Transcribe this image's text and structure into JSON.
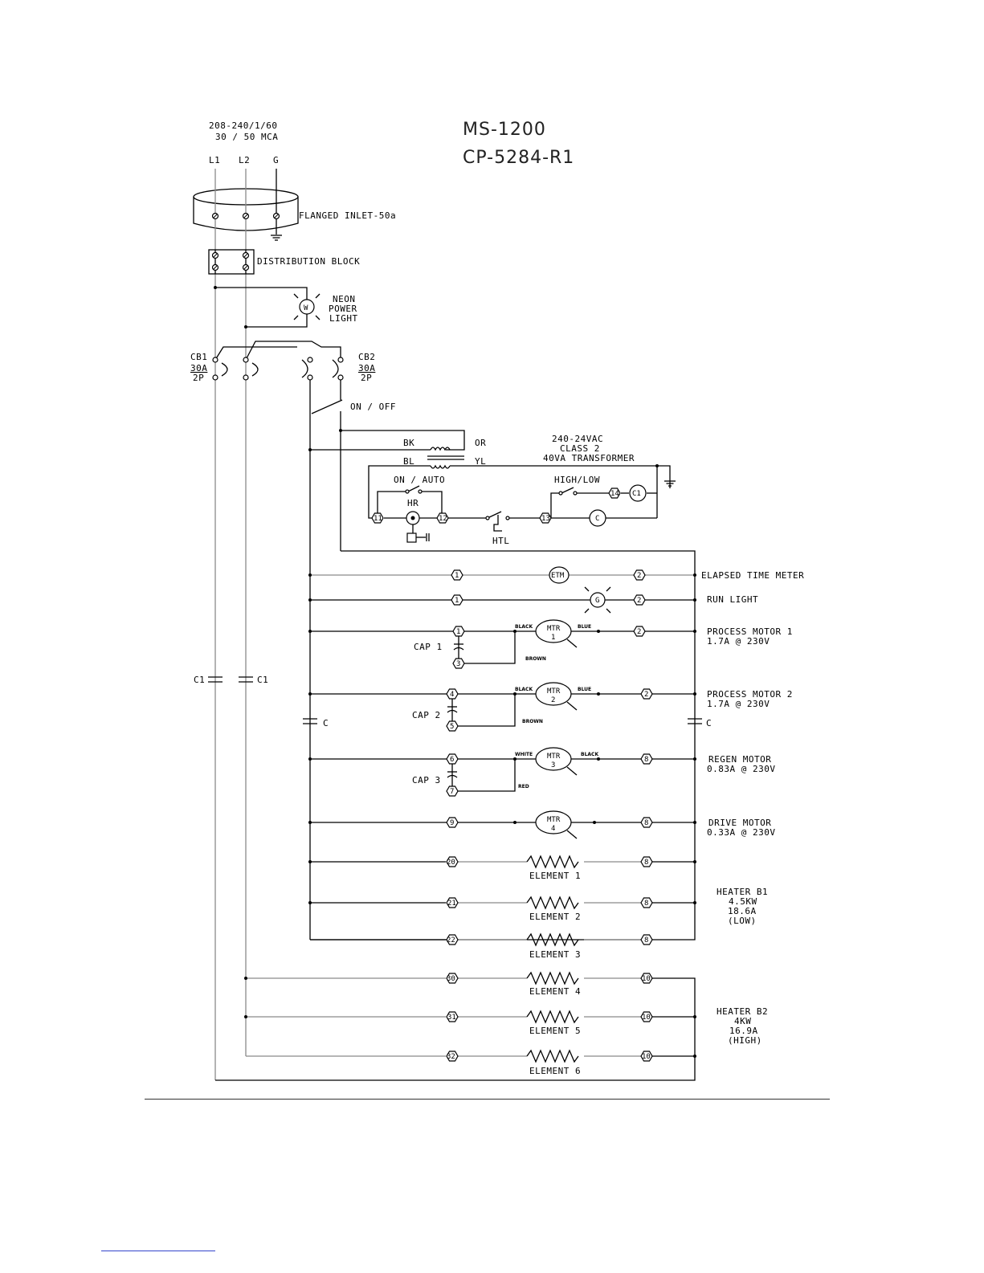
{
  "supply": {
    "line1": "208-240/1/60",
    "line2": "30 / 50 MCA"
  },
  "title": {
    "model": "MS-1200",
    "part": "CP-5284-R1"
  },
  "terminals": {
    "l1": "L1",
    "l2": "L2",
    "g": "G"
  },
  "labels": {
    "inlet": "FLANGED INLET-50a",
    "dist_block": "DISTRIBUTION BLOCK",
    "neon1": "NEON",
    "neon2": "POWER",
    "neon3": "LIGHT",
    "neon_symbol": "W",
    "cb1": "CB1",
    "cb1_amp": "30A",
    "cb1_pole": "2P",
    "cb2": "CB2",
    "cb2_amp": "30A",
    "cb2_pole": "2P",
    "on_off": "ON / OFF",
    "bk": "BK",
    "bl": "BL",
    "or": "OR",
    "yl": "YL",
    "xfmr1": "240-24VAC",
    "xfmr2": "CLASS 2",
    "xfmr3": "40VA TRANSFORMER",
    "on_auto": "ON / AUTO",
    "hr": "HR",
    "htl": "HTL",
    "high_low": "HIGH/LOW",
    "c1_coil": "C1",
    "c_coil": "C",
    "etm_symbol": "ETM",
    "run_symbol": "G",
    "elapsed": "ELAPSED TIME METER",
    "run_light": "RUN LIGHT",
    "pm1": "PROCESS MOTOR 1",
    "pm1_rating": "1.7A @ 230V",
    "pm2": "PROCESS MOTOR 2",
    "pm2_rating": "1.7A @ 230V",
    "regen": "REGEN MOTOR",
    "regen_rating": "0.83A @ 230V",
    "drive": "DRIVE MOTOR",
    "drive_rating": "0.33A @ 230V",
    "cap1": "CAP 1",
    "cap2": "CAP 2",
    "cap3": "CAP 3",
    "mtr": "MTR",
    "mtr1": "1",
    "mtr2": "2",
    "mtr3": "3",
    "mtr4": "4",
    "black": "BLACK",
    "blue": "BLUE",
    "brown": "BROWN",
    "white": "WHITE",
    "red": "RED",
    "c1_left": "C1",
    "c1_right": "C1",
    "c_left": "C",
    "c_right": "C",
    "el1": "ELEMENT 1",
    "el2": "ELEMENT 2",
    "el3": "ELEMENT 3",
    "el4": "ELEMENT 4",
    "el5": "ELEMENT 5",
    "el6": "ELEMENT 6",
    "hb1_1": "HEATER B1",
    "hb1_2": "4.5KW",
    "hb1_3": "18.6A",
    "hb1_4": "(LOW)",
    "hb2_1": "HEATER B2",
    "hb2_2": "4KW",
    "hb2_3": "16.9A",
    "hb2_4": "(HIGH)"
  },
  "terminal_numbers": {
    "t1": "1",
    "t2": "2",
    "t3": "3",
    "t4": "4",
    "t5": "5",
    "t6": "6",
    "t7": "7",
    "t8": "8",
    "t9": "9",
    "t10": "10",
    "t11": "11",
    "t12": "12",
    "t13": "13",
    "t14": "14",
    "t20": "20",
    "t21": "21",
    "t22": "22",
    "t30": "30",
    "t31": "31",
    "t32": "32"
  }
}
